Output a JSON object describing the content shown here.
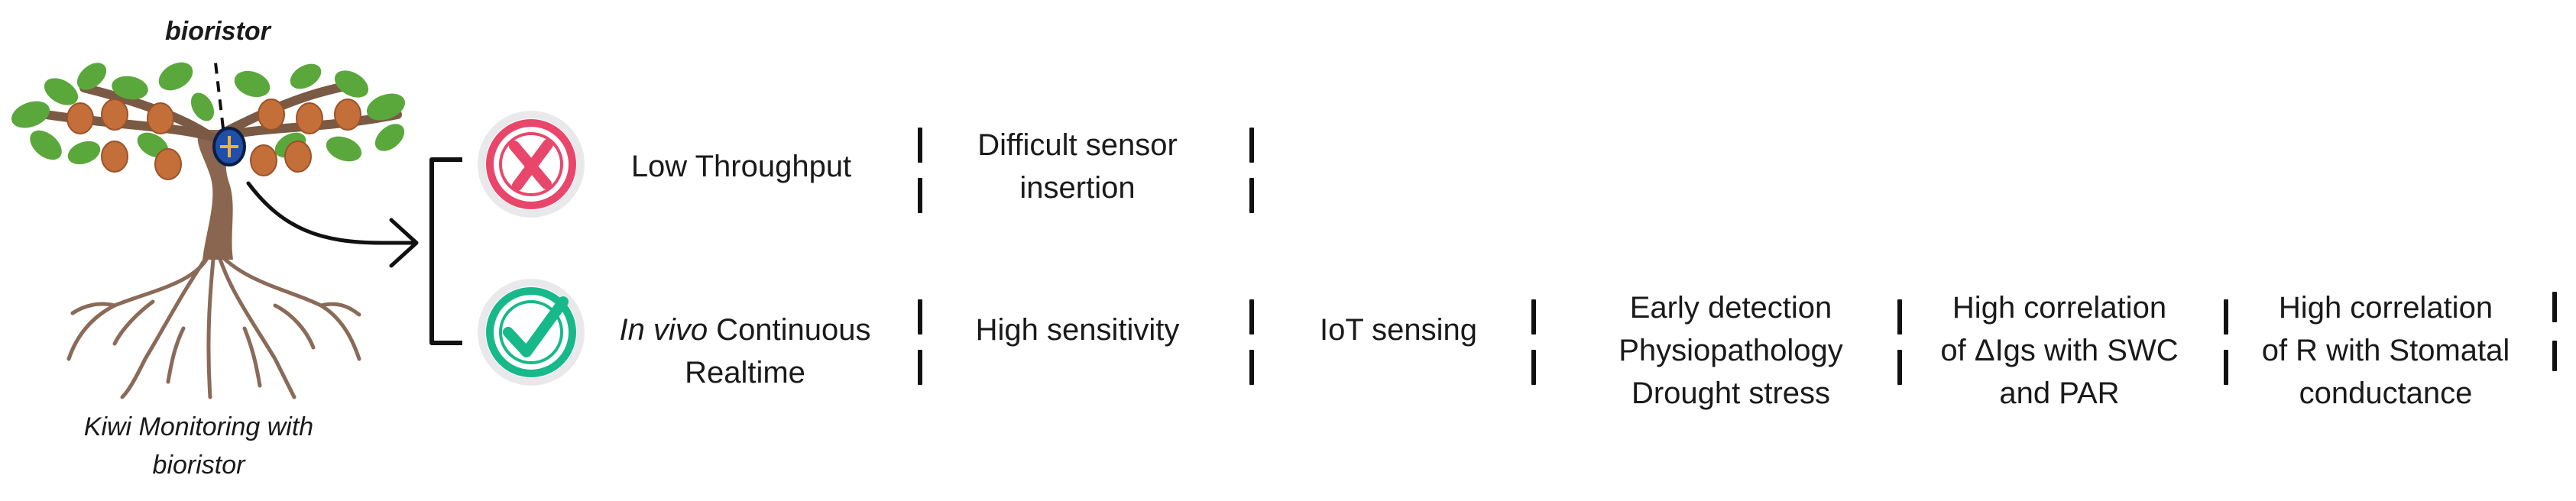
{
  "tree": {
    "label": "bioristor",
    "caption_line1": "Kiwi Monitoring with",
    "caption_line2": "bioristor"
  },
  "icons": {
    "negative": "cross-circle-icon",
    "positive": "check-circle-icon"
  },
  "colors": {
    "negative": "#e8476b",
    "positive": "#17b98a",
    "leaf": "#5aa83c",
    "fruit": "#c46f3a",
    "trunk": "#8a6550",
    "roots": "#8a6a58"
  },
  "row_top": {
    "heading": "Low Throughput",
    "items": [
      [
        "Difficult sensor",
        "insertion"
      ]
    ]
  },
  "row_bottom": {
    "heading_italic": "In vivo",
    "heading_rest": " Continuous",
    "heading_line2": "Realtime",
    "items": [
      [
        "High sensitivity"
      ],
      [
        "IoT sensing"
      ],
      [
        "Early detection",
        "Physiopathology",
        "Drought stress"
      ],
      [
        "High correlation",
        "of ΔIgs with SWC",
        "and PAR"
      ],
      [
        "High correlation",
        "of R with Stomatal",
        "conductance"
      ]
    ]
  }
}
